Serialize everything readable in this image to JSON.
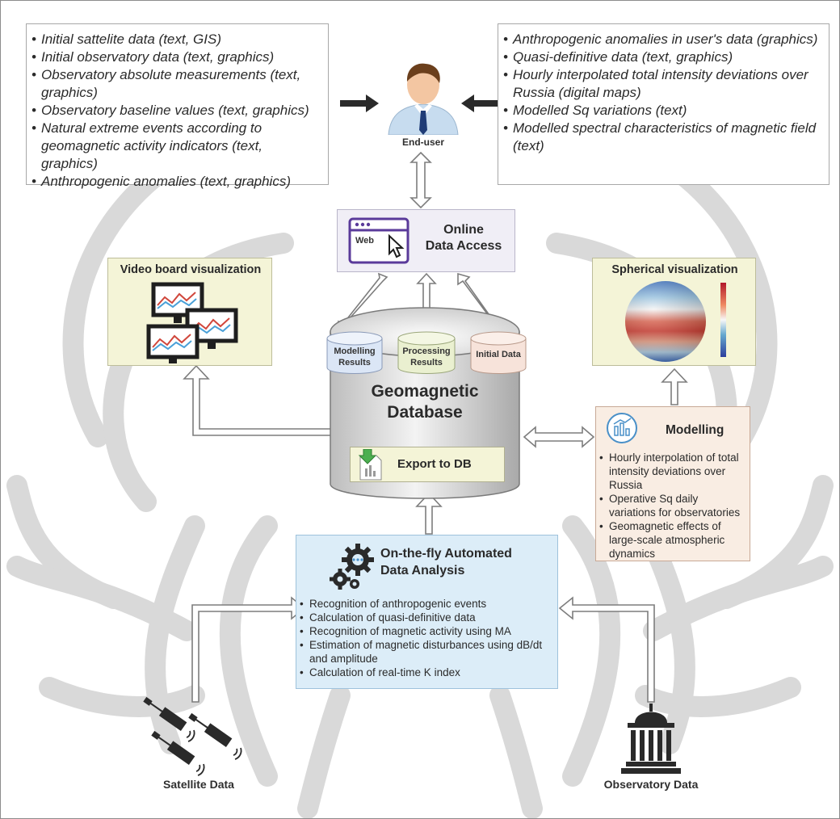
{
  "input_data": [
    "Initial sattelite data (text, GIS)",
    "Initial observatory data (text, graphics)",
    "Observatory absolute measurements (text, graphics)",
    "Observatory baseline values (text, graphics)",
    "Natural extreme events according to geomagnetic activity indicators (text, graphics)",
    "Anthropogenic anomalies (text, graphics)"
  ],
  "output_data": [
    "Anthropogenic anomalies in user's data (graphics)",
    "Quasi-definitive data (text, graphics)",
    "Hourly interpolated total intensity deviations over Russia (digital maps)",
    "Modelled Sq variations (text)",
    "Modelled spectral characteristics of magnetic field (text)"
  ],
  "end_user": {
    "label": "End-user"
  },
  "online_access": {
    "web_label": "Web",
    "title_line1": "Online",
    "title_line2": "Data Access"
  },
  "video_board": {
    "title": "Video board visualization"
  },
  "spherical": {
    "title": "Spherical visualization"
  },
  "database": {
    "title_line1": "Geomagnetic",
    "title_line2": "Database",
    "cylinders": [
      {
        "line1": "Modelling",
        "line2": "Results"
      },
      {
        "line1": "Processing",
        "line2": "Results"
      },
      {
        "line1": "Initial Data",
        "line2": ""
      }
    ],
    "export_label": "Export to DB"
  },
  "modelling": {
    "title": "Modelling",
    "items": [
      "Hourly interpolation of total intensity deviations over Russia",
      "Operative Sq daily variations for observatories",
      "Geomagnetic effects of large-scale atmospheric dynamics"
    ]
  },
  "analysis": {
    "title_line1": "On-the-fly Automated",
    "title_line2": "Data Analysis",
    "items": [
      "Recognition of anthropogenic events",
      "Calculation of quasi-definitive data",
      "Recognition of magnetic activity using MA",
      "Estimation of magnetic disturbances using dB/dt and amplitude",
      "Calculation of real-time K index"
    ]
  },
  "satellite": {
    "label": "Satellite Data"
  },
  "observatory": {
    "label": "Observatory Data"
  },
  "colors": {
    "yellow_panel": "#f4f4d7",
    "peach_panel": "#f9ede3",
    "blue_panel": "#dcedf8",
    "lavender_panel": "#f0eef6",
    "decor_gray": "#d7d7d7",
    "web_purple": "#5a3a9a"
  }
}
